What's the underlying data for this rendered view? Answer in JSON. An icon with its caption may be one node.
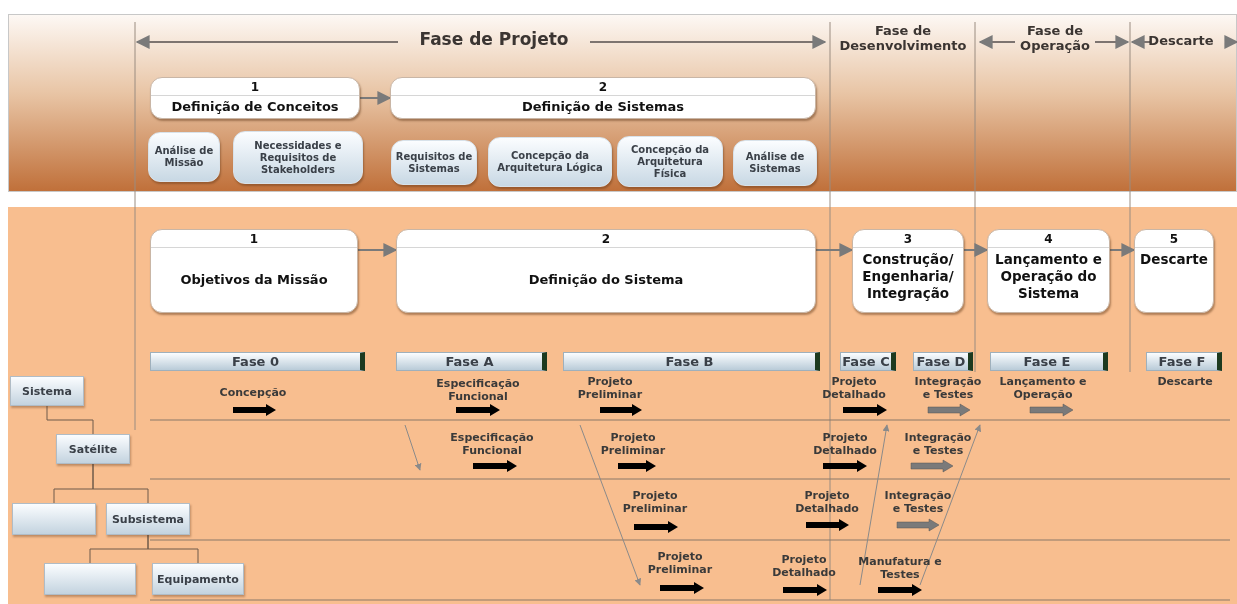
{
  "diagram": {
    "nodes": [
      {
        "text": [
          "1",
          "Definição de Conceitos"
        ]
      },
      {
        "text": [
          "2",
          "Definição de Sistemas"
        ]
      },
      {
        "text": [
          "Análise de Missão"
        ]
      },
      {
        "text": [
          "Necessidades e Requisitos de Stakeholders"
        ]
      },
      {
        "text": [
          "Requisitos de Sistemas"
        ]
      },
      {
        "text": [
          "Concepção da Arquitetura Lógica"
        ]
      },
      {
        "text": [
          "Concepção da Arquitetura Física"
        ]
      },
      {
        "text": [
          "Análise de Sistemas"
        ]
      },
      {
        "text": [
          "1",
          "Objetivos da Missão"
        ]
      },
      {
        "text": [
          "2",
          "Definição do Sistema"
        ]
      },
      {
        "text": [
          "3",
          "Construção/ Engenharia/ Integração"
        ]
      },
      {
        "text": [
          "4",
          "Lançamento e Operação do Sistema"
        ]
      },
      {
        "text": [
          "5",
          "Descarte"
        ]
      },
      {
        "text": [
          "Fase 0"
        ]
      },
      {
        "text": [
          "Fase A"
        ]
      },
      {
        "text": [
          "Fase B"
        ]
      },
      {
        "text": [
          "Fase C"
        ]
      },
      {
        "text": [
          "Fase D"
        ]
      },
      {
        "text": [
          "Fase E"
        ]
      },
      {
        "text": [
          "Fase F"
        ]
      },
      {
        "text": [
          "Sistema"
        ]
      },
      {
        "text": [
          "Satélite"
        ]
      },
      {
        "text": [],
        "shape": "box"
      },
      {
        "text": [
          "Subsistema"
        ]
      },
      {
        "text": [],
        "shape": "box"
      },
      {
        "text": [
          "Equipamento"
        ]
      }
    ],
    "edges": [
      {
        "from": 0,
        "to": 1,
        "arrow": "to"
      },
      {
        "from": 8,
        "to": 9,
        "arrow": "to"
      },
      {
        "from": 9,
        "to": 10,
        "arrow": "to"
      },
      {
        "from": 10,
        "to": 11,
        "arrow": "to"
      },
      {
        "from": 11,
        "to": 12,
        "arrow": "to"
      },
      {
        "from": 20,
        "to": 21,
        "arrow": "none"
      },
      {
        "from": 21,
        "to": 22,
        "arrow": "none"
      },
      {
        "from": 21,
        "to": 23,
        "arrow": "none"
      },
      {
        "from": 23,
        "to": 24,
        "arrow": "none"
      },
      {
        "from": 23,
        "to": 25,
        "arrow": "none"
      }
    ],
    "labels": [
      "Fase de Projeto",
      "Fase de Desenvolvimento",
      "Fase de Operação",
      "Descarte",
      "Concepção",
      "Especificação Funcional",
      "Projeto Preliminar",
      "Projeto Detalhado",
      "Integração e Testes",
      "Lançamento e Operação",
      "Descarte",
      "Especificação Funcional",
      "Projeto Preliminar",
      "Projeto Detalhado",
      "Integração e Testes",
      "Projeto Preliminar",
      "Projeto Detalhado",
      "Integração e Testes",
      "Projeto Preliminar",
      "Projeto Detalhado",
      "Manufatura e Testes"
    ]
  }
}
